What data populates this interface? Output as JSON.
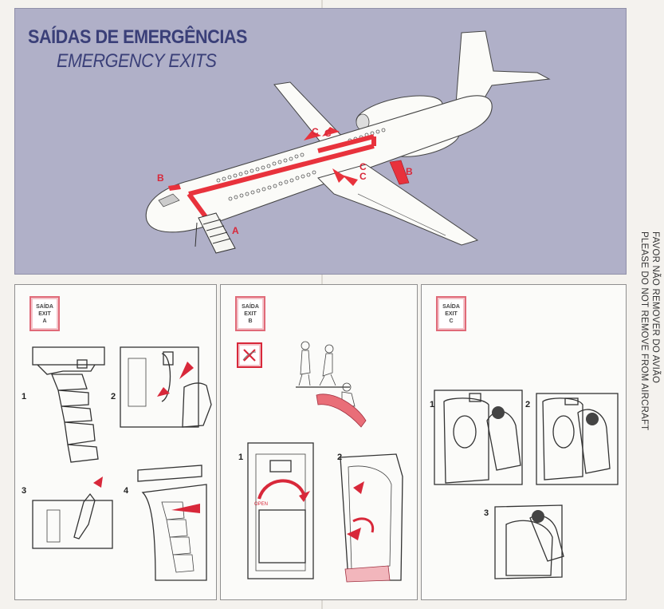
{
  "header": {
    "title_pt": "SAÍDAS DE EMERGÊNCIAS",
    "title_en": "EMERGENCY EXITS"
  },
  "diagram": {
    "exit_labels": {
      "a": "A",
      "b": "B",
      "c": "C"
    },
    "colors": {
      "background": "#b0b0c8",
      "exit_path": "#e8323c",
      "title": "#3a3f78"
    }
  },
  "side_note": {
    "pt": "FAVOR NÃO REMOVER DO AVIÃO",
    "en": "PLEASE DO NOT REMOVE FROM AIRCRAFT"
  },
  "panels": [
    {
      "tag_line1": "SAÍDA",
      "tag_line2": "EXIT",
      "tag_letter": "A",
      "steps": [
        "1",
        "2",
        "3",
        "4"
      ]
    },
    {
      "tag_line1": "SAÍDA",
      "tag_line2": "EXIT",
      "tag_letter": "B",
      "steps": [
        "1",
        "2"
      ],
      "door_label": "OPEN"
    },
    {
      "tag_line1": "SAÍDA",
      "tag_line2": "EXIT",
      "tag_letter": "C",
      "steps": [
        "1",
        "2",
        "3"
      ]
    }
  ]
}
